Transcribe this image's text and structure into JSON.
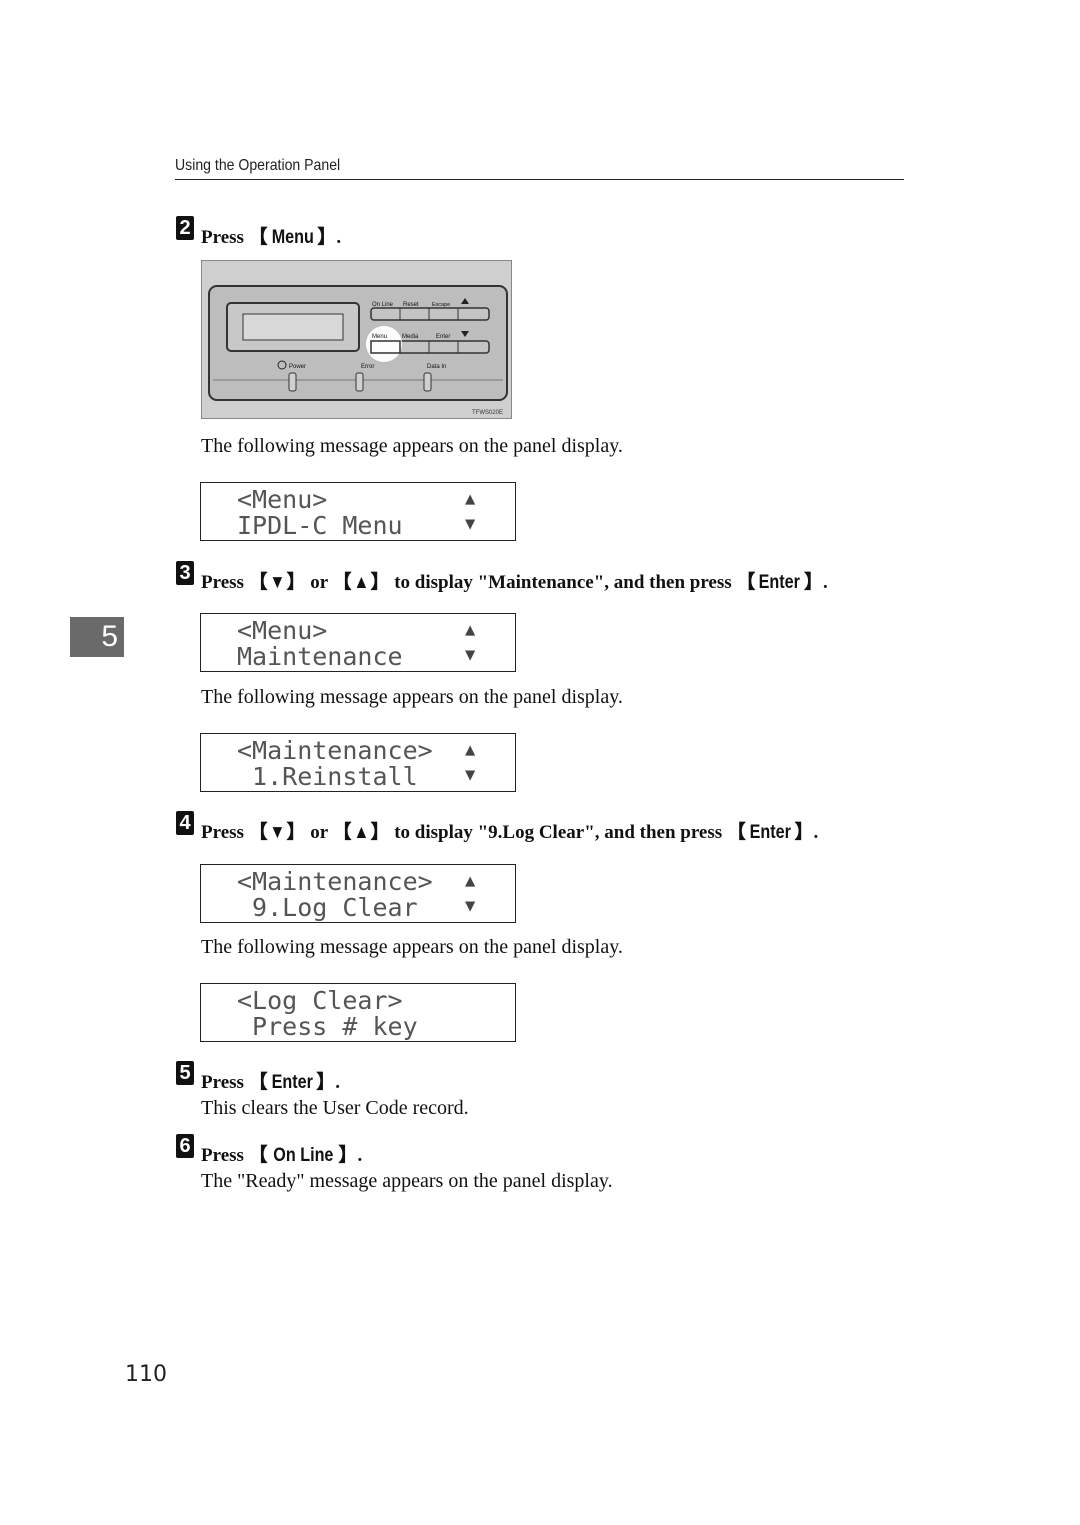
{
  "header": {
    "section_title": "Using the Operation Panel"
  },
  "chapter_tab": {
    "number": "5"
  },
  "page_number": "110",
  "panel_figure": {
    "buttons_row1": [
      "On Line",
      "Reset",
      "Escape"
    ],
    "buttons_row2": [
      "Menu",
      "Media",
      "Enter"
    ],
    "indicators": [
      "Power",
      "Error",
      "Data In"
    ],
    "figure_code": "TFWS020E"
  },
  "steps": [
    {
      "number": "2",
      "prefix": "Press ",
      "key": "Menu",
      "suffix": "."
    },
    {
      "number": "3",
      "prefix": "Press ",
      "key1": "▼",
      "mid1": " or ",
      "key2": "▲",
      "mid2": " to display \"Maintenance\", and then press ",
      "key3": "Enter",
      "suffix": "."
    },
    {
      "number": "4",
      "prefix": "Press ",
      "key1": "▼",
      "mid1": " or ",
      "key2": "▲",
      "mid2": " to display \"9.Log Clear\", and then press ",
      "key3": "Enter",
      "suffix": "."
    },
    {
      "number": "5",
      "prefix": "Press ",
      "key": "Enter",
      "suffix": "."
    },
    {
      "number": "6",
      "prefix": "Press ",
      "key": "On Line",
      "suffix": "."
    }
  ],
  "texts": {
    "following_1": "The following message appears on the panel display.",
    "following_2": "The following message appears on the panel display.",
    "following_3": "The following message appears on the panel display.",
    "clears": "This clears the User Code record.",
    "ready": "The \"Ready\" message appears on the panel display."
  },
  "lcds": [
    {
      "line1": "<Menu>",
      "line2": "IPDL-C Menu",
      "arrows": true
    },
    {
      "line1": "<Menu>",
      "line2": "Maintenance",
      "arrows": true
    },
    {
      "line1": "<Maintenance>",
      "line2": " 1.Reinstall",
      "arrows": true
    },
    {
      "line1": "<Maintenance>",
      "line2": " 9.Log Clear",
      "arrows": true
    },
    {
      "line1": "<Log Clear>",
      "line2": " Press # key",
      "arrows": false
    }
  ],
  "lcd_arrow_up": "▲",
  "lcd_arrow_down": "▼"
}
